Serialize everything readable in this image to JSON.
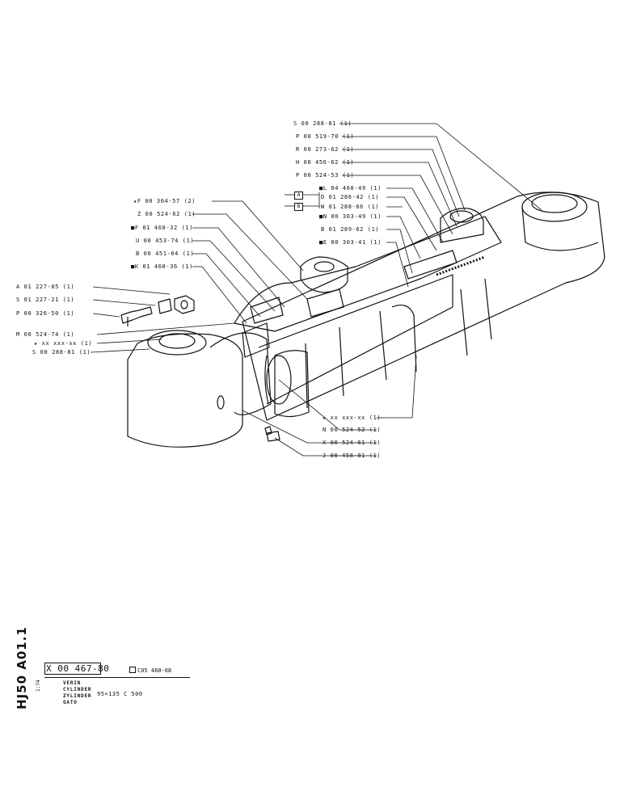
{
  "labels": {
    "s00_288_81_top": "S 00 288-81  (1)",
    "p00_519_70": "P 00 519-70  (1)",
    "r00_273_62": "R 00 273-62  (1)",
    "h00_456_62": "H 00 456-62  (1)",
    "p00_524_53": "P 00 524-53  (1)",
    "l04_460_49": "■L 04  460-49  (1)",
    "d01_286_42": "D 01  286-42  (1)",
    "w01_288_66": "W 01  288-66  (1)",
    "n00_303_49": "■N 00  303-49  (1)",
    "b01_289_62": "B 01  289-62  (1)",
    "e00_303_41": "■E 00  303-41  (1)",
    "f00_304_57": "★F  00  304-57  (2)",
    "z00_524_62": "Z 00  524-62  (1)",
    "f01_460_32": "■F  01  460-32  (1)",
    "u00_453_74": "U 00  453-74  (1)",
    "b00_451_04": "B 00  451-04  (1)",
    "k01_460_36": "■K 01  460-36  (1)",
    "a01_227_05": "A 01  227-05  (1)",
    "s01_227_21": "S 01  227-21  (1)",
    "p00_326_50": "P 00  326-50  (1)",
    "m00_524_74": "M 00  524-74  (1)",
    "xx_left": "★ xx xxx-xx  (1)",
    "s00_288_81_left": "S 00  288-81  (1)",
    "xx_mid": "★ xx  xxx-xx  (1)",
    "n00_524_52": "N 00  524-52  (1)",
    "x00_524_61": "X 00  524-61  (1)",
    "j00_458_01": "J 00  458-01  (1)",
    "box_a": "A",
    "box_b": "B"
  },
  "sheet_code": "HJ50 A01.1",
  "scale": "1:74",
  "title_block": {
    "part_no": "X 00 467-80",
    "ref": "C05 460-68",
    "desc_lines": [
      "VERIN",
      "CYLINDER",
      "ZYLINDER",
      "GATO"
    ],
    "dims": "95×135   C 500"
  }
}
